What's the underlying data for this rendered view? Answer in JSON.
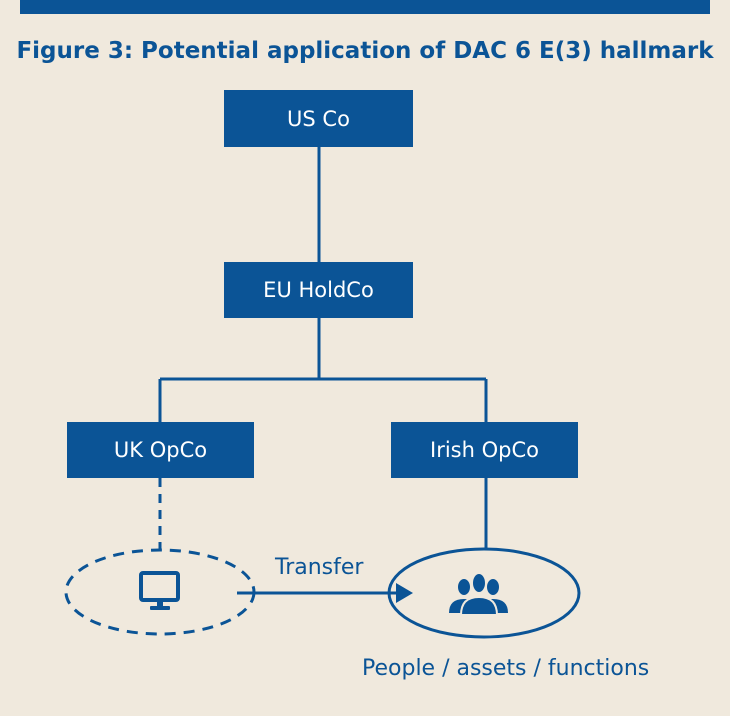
{
  "title": "Figure 3: Potential application of DAC 6 E(3) hallmark",
  "nodes": {
    "us_co": "US Co",
    "eu_holdco": "EU HoldCo",
    "uk_opco": "UK OpCo",
    "irish_opco": "Irish OpCo"
  },
  "transfer_label": "Transfer",
  "caption": "People / assets / functions",
  "colors": {
    "primary": "#0b5496",
    "background": "#f0e9dd"
  }
}
